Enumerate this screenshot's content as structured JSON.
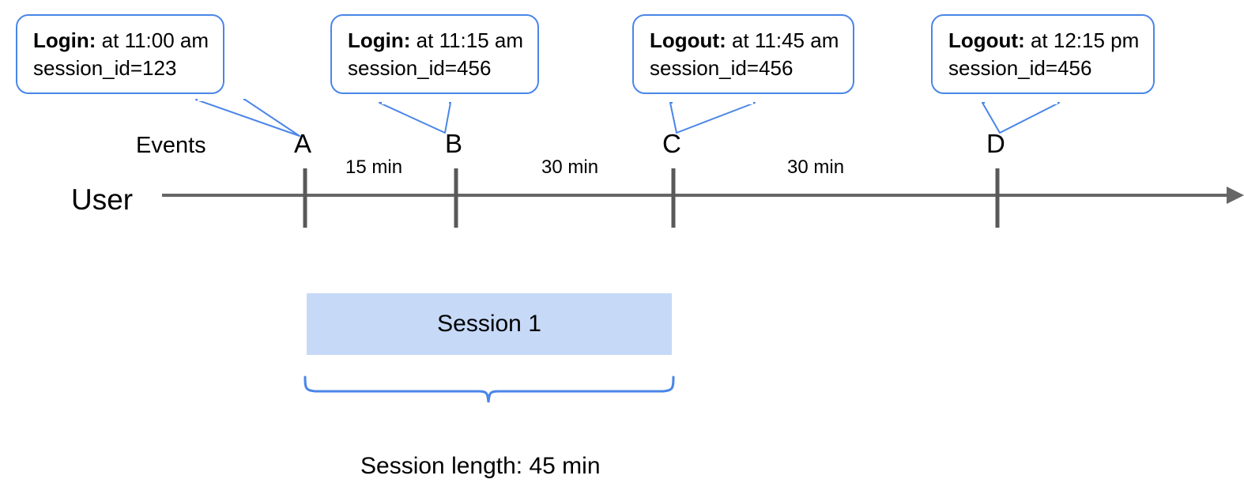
{
  "diagram": {
    "title_axis_label": "User",
    "events_row_label": "Events",
    "callouts": [
      {
        "event": "Login:",
        "time": "at 11:00 am",
        "session": "session_id=123",
        "point": "A"
      },
      {
        "event": "Login:",
        "time": "at 11:15 am",
        "session": "session_id=456",
        "point": "B"
      },
      {
        "event": "Logout:",
        "time": "at 11:45 am",
        "session": "session_id=456",
        "point": "C"
      },
      {
        "event": "Logout:",
        "time": "at 12:15 pm",
        "session": "session_id=456",
        "point": "D"
      }
    ],
    "points": [
      {
        "label": "A"
      },
      {
        "label": "B"
      },
      {
        "label": "C"
      },
      {
        "label": "D"
      }
    ],
    "intervals": [
      {
        "label": "15 min"
      },
      {
        "label": "30 min"
      },
      {
        "label": "30 min"
      }
    ],
    "session_bar": {
      "label": "Session 1"
    },
    "session_length_caption": "Session length: 45 min",
    "colors": {
      "accent_blue": "#4a86e8",
      "session_fill": "#c6d9f7",
      "axis_gray": "#666666",
      "text": "#000000"
    }
  }
}
